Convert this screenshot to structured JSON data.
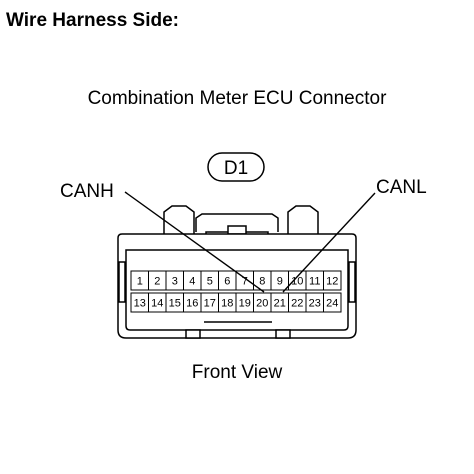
{
  "heading": "Wire Harness Side:",
  "connector_caption": "Combination Meter ECU Connector",
  "connector_code": "D1",
  "view_caption": "Front View",
  "wires": {
    "canh": {
      "label": "CANH",
      "pin": "20"
    },
    "canl": {
      "label": "CANL",
      "pin": "21"
    }
  },
  "pins": {
    "row1": [
      "1",
      "2",
      "3",
      "4",
      "5",
      "6",
      "7",
      "8",
      "9",
      "10",
      "11",
      "12"
    ],
    "row2": [
      "13",
      "14",
      "15",
      "16",
      "17",
      "18",
      "19",
      "20",
      "21",
      "22",
      "23",
      "24"
    ]
  }
}
